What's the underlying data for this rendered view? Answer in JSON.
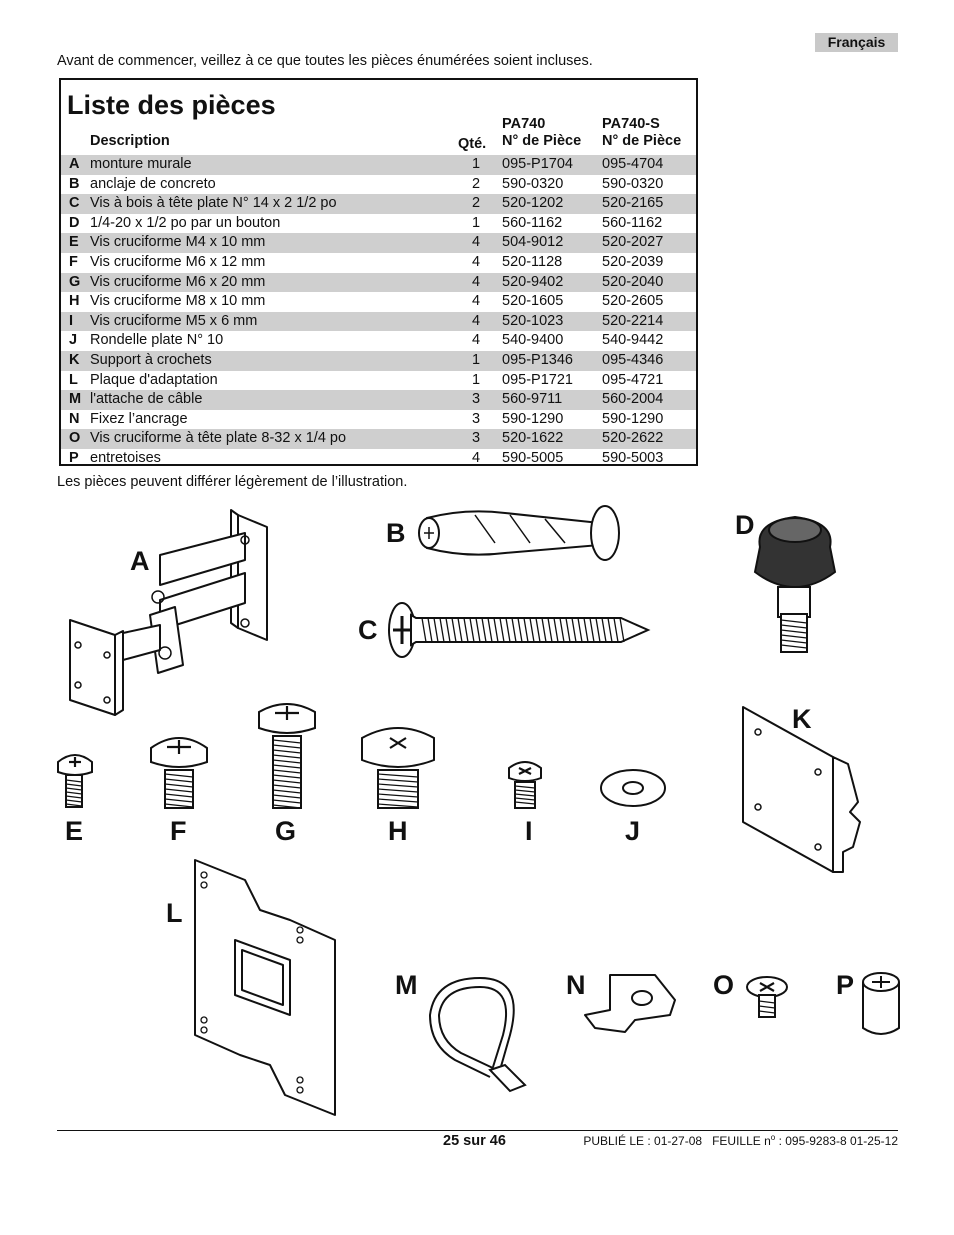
{
  "language_tab": "Français",
  "intro": "Avant de commencer, veillez à ce que toutes les pièces énumérées soient incluses.",
  "table": {
    "title": "Liste des pièces",
    "headers": {
      "description": "Description",
      "qty": "Qté.",
      "pa740_line1": "PA740",
      "pa740_line2": "N° de Pièce",
      "pa740s_line1": "PA740-S",
      "pa740s_line2": "N° de Pièce"
    },
    "rows": [
      {
        "letter": "A",
        "description": "monture murale",
        "qty": "1",
        "pa740": "095-P1704",
        "pa740s": "095-4704"
      },
      {
        "letter": "B",
        "description": "anclaje de concreto",
        "qty": "2",
        "pa740": "590-0320",
        "pa740s": "590-0320"
      },
      {
        "letter": "C",
        "description": "Vis à bois à tête plate N° 14 x 2 1/2 po",
        "qty": "2",
        "pa740": "520-1202",
        "pa740s": "520-2165"
      },
      {
        "letter": "D",
        "description": "1/4-20 x 1/2 po par un bouton",
        "qty": "1",
        "pa740": "560-1162",
        "pa740s": "560-1162"
      },
      {
        "letter": "E",
        "description": "Vis cruciforme M4 x 10 mm",
        "qty": "4",
        "pa740": "504-9012",
        "pa740s": "520-2027"
      },
      {
        "letter": "F",
        "description": "Vis cruciforme M6 x 12 mm",
        "qty": "4",
        "pa740": "520-1128",
        "pa740s": "520-2039"
      },
      {
        "letter": "G",
        "description": "Vis cruciforme M6 x 20 mm",
        "qty": "4",
        "pa740": "520-9402",
        "pa740s": "520-2040"
      },
      {
        "letter": "H",
        "description": "Vis cruciforme M8 x 10 mm",
        "qty": "4",
        "pa740": "520-1605",
        "pa740s": "520-2605"
      },
      {
        "letter": "I",
        "description": "Vis cruciforme M5 x 6 mm",
        "qty": "4",
        "pa740": "520-1023",
        "pa740s": "520-2214"
      },
      {
        "letter": "J",
        "description": "Rondelle plate N° 10",
        "qty": "4",
        "pa740": "540-9400",
        "pa740s": "540-9442"
      },
      {
        "letter": "K",
        "description": "Support à crochets",
        "qty": "1",
        "pa740": "095-P1346",
        "pa740s": "095-4346"
      },
      {
        "letter": "L",
        "description": "Plaque d'adaptation",
        "qty": "1",
        "pa740": "095-P1721",
        "pa740s": "095-4721"
      },
      {
        "letter": "M",
        "description": "l'attache de câble",
        "qty": "3",
        "pa740": "560-9711",
        "pa740s": "560-2004"
      },
      {
        "letter": "N",
        "description": "Fixez l’ancrage",
        "qty": "3",
        "pa740": "590-1290",
        "pa740s": "590-1290"
      },
      {
        "letter": "O",
        "description": "Vis cruciforme à tête plate 8-32 x 1/4 po",
        "qty": "3",
        "pa740": "520-1622",
        "pa740s": "520-2622"
      },
      {
        "letter": "P",
        "description": "entretoises",
        "qty": "4",
        "pa740": "590-5005",
        "pa740s": "590-5003"
      }
    ]
  },
  "note": "Les pièces peuvent différer légèrement de l’illustration.",
  "figure_labels": {
    "A": "A",
    "B": "B",
    "C": "C",
    "D": "D",
    "E": "E",
    "F": "F",
    "G": "G",
    "H": "H",
    "I": "I",
    "J": "J",
    "K": "K",
    "L": "L",
    "M": "M",
    "N": "N",
    "O": "O",
    "P": "P"
  },
  "footer": {
    "page": "25 sur 46",
    "published": "PUBLIÉ LE : 01-27-08",
    "sheet_label": "FEUILLE n",
    "sheet_sup": "o",
    "sheet_value": " :  095-9283-8  01-25-12"
  }
}
